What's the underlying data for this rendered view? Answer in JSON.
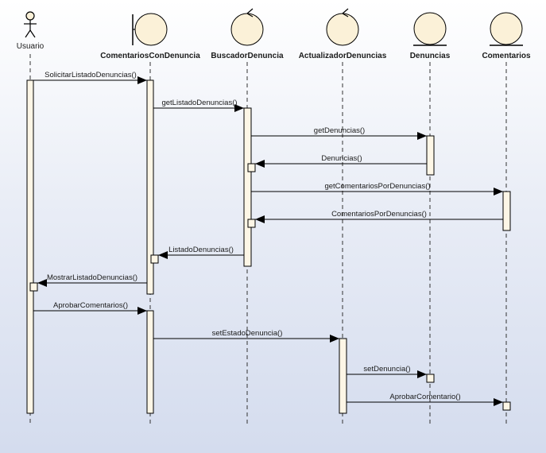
{
  "diagram": {
    "type": "sequence",
    "colors": {
      "activation_fill": "#fdf6e6",
      "head_fill": "#fbf1d8",
      "stroke": "#000000",
      "lifeline": "#333333"
    },
    "participants": [
      {
        "id": "usuario",
        "name": "Usuario",
        "kind": "actor"
      },
      {
        "id": "comentarios_con_denuncia",
        "name": "ComentariosConDenuncia",
        "kind": "boundary"
      },
      {
        "id": "buscador_denuncia",
        "name": "BuscadorDenuncia",
        "kind": "control"
      },
      {
        "id": "actualizador_denuncias",
        "name": "ActualizadorDenuncias",
        "kind": "control"
      },
      {
        "id": "denuncias",
        "name": "Denuncias",
        "kind": "entity"
      },
      {
        "id": "comentarios",
        "name": "Comentarios",
        "kind": "entity"
      }
    ],
    "messages": [
      {
        "label": "SolicitarListadoDenuncias()",
        "from": "usuario",
        "to": "comentarios_con_denuncia",
        "kind": "call"
      },
      {
        "label": "getListadoDenuncias()",
        "from": "comentarios_con_denuncia",
        "to": "buscador_denuncia",
        "kind": "call"
      },
      {
        "label": "getDenuncias()",
        "from": "buscador_denuncia",
        "to": "denuncias",
        "kind": "call"
      },
      {
        "label": "Denuncias()",
        "from": "denuncias",
        "to": "buscador_denuncia",
        "kind": "return"
      },
      {
        "label": "getComentariosPorDenuncias()",
        "from": "buscador_denuncia",
        "to": "comentarios",
        "kind": "call"
      },
      {
        "label": "ComentariosPorDenuncias()",
        "from": "comentarios",
        "to": "buscador_denuncia",
        "kind": "return"
      },
      {
        "label": "ListadoDenuncias()",
        "from": "buscador_denuncia",
        "to": "comentarios_con_denuncia",
        "kind": "return"
      },
      {
        "label": "MostrarListadoDenuncias()",
        "from": "comentarios_con_denuncia",
        "to": "usuario",
        "kind": "return"
      },
      {
        "label": "AprobarComentarios()",
        "from": "usuario",
        "to": "comentarios_con_denuncia",
        "kind": "call"
      },
      {
        "label": "setEstadoDenuncia()",
        "from": "comentarios_con_denuncia",
        "to": "actualizador_denuncias",
        "kind": "call"
      },
      {
        "label": "setDenuncia()",
        "from": "actualizador_denuncias",
        "to": "denuncias",
        "kind": "call"
      },
      {
        "label": "AprobarComentario()",
        "from": "actualizador_denuncias",
        "to": "comentarios",
        "kind": "call"
      }
    ]
  }
}
